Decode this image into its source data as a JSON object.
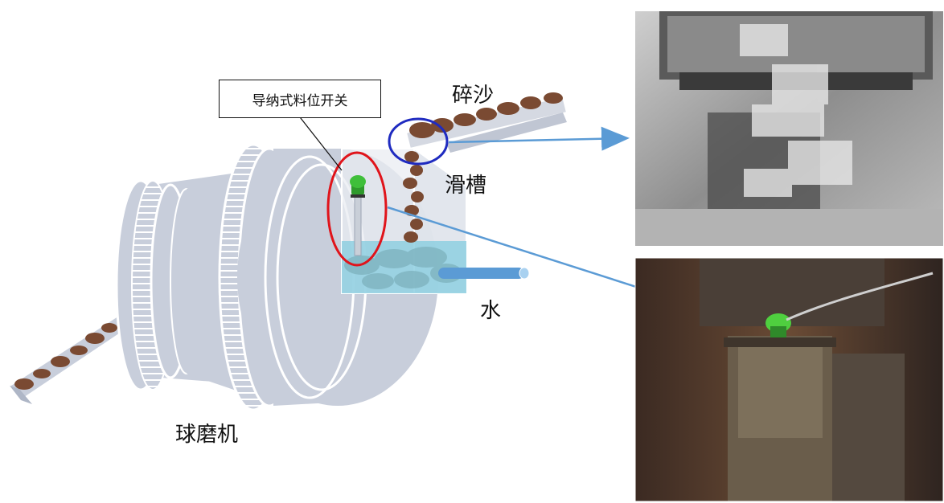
{
  "labels": {
    "level_switch": "导纳式料位开关",
    "crushed_sand": "碎沙",
    "chute": "滑槽",
    "water": "水",
    "ball_mill": "球磨机"
  },
  "colors": {
    "mill_body": "#c8cedb",
    "mill_ring": "#b6bdcc",
    "ore": "#7a4a32",
    "water": "#8ecfe0",
    "pipe": "#5b9bd5",
    "arrow": "#5b9bd5",
    "highlight_red": "#e0141b",
    "highlight_blue": "#1f2bc0",
    "sensor_head": "#3fbf3a"
  },
  "icons": [
    "level-switch-sensor-icon",
    "arrow-icon"
  ],
  "photos": [
    {
      "name": "photo-chute-falling-sand",
      "subject": "falling crushed sand in chute"
    },
    {
      "name": "photo-installed-sensor",
      "subject": "green level switch mounted on chute box"
    }
  ]
}
